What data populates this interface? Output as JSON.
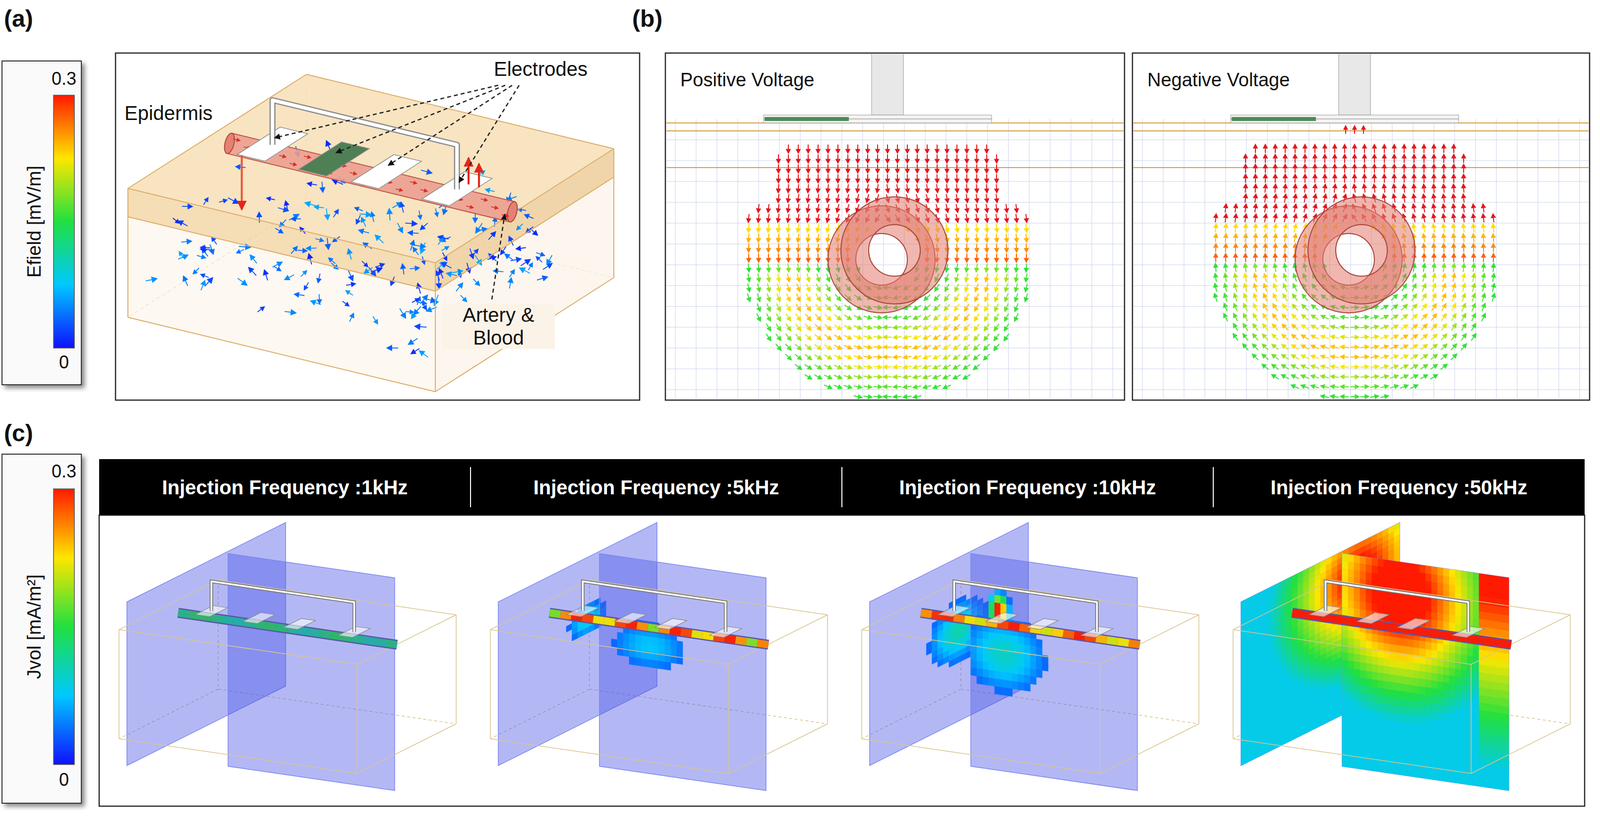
{
  "diagram": {
    "nodes": [
      {
        "text": [
          "Injection Frequency :1kHz"
        ]
      },
      {
        "text": [
          "Injection Frequency :5kHz"
        ]
      },
      {
        "text": [
          "Injection Frequency :10kHz"
        ]
      },
      {
        "text": [
          "Injection Frequency :50kHz"
        ]
      }
    ],
    "labels": [
      "(a)",
      "0.3",
      "Efield [mV/m]",
      "0",
      "Electrodes",
      "Epidermis",
      "Artery & Blood",
      "(b)",
      "Positive Voltage",
      "Negative Voltage",
      "(c)",
      "0.3",
      "Jvol [mA/m²]",
      "0"
    ]
  }
}
